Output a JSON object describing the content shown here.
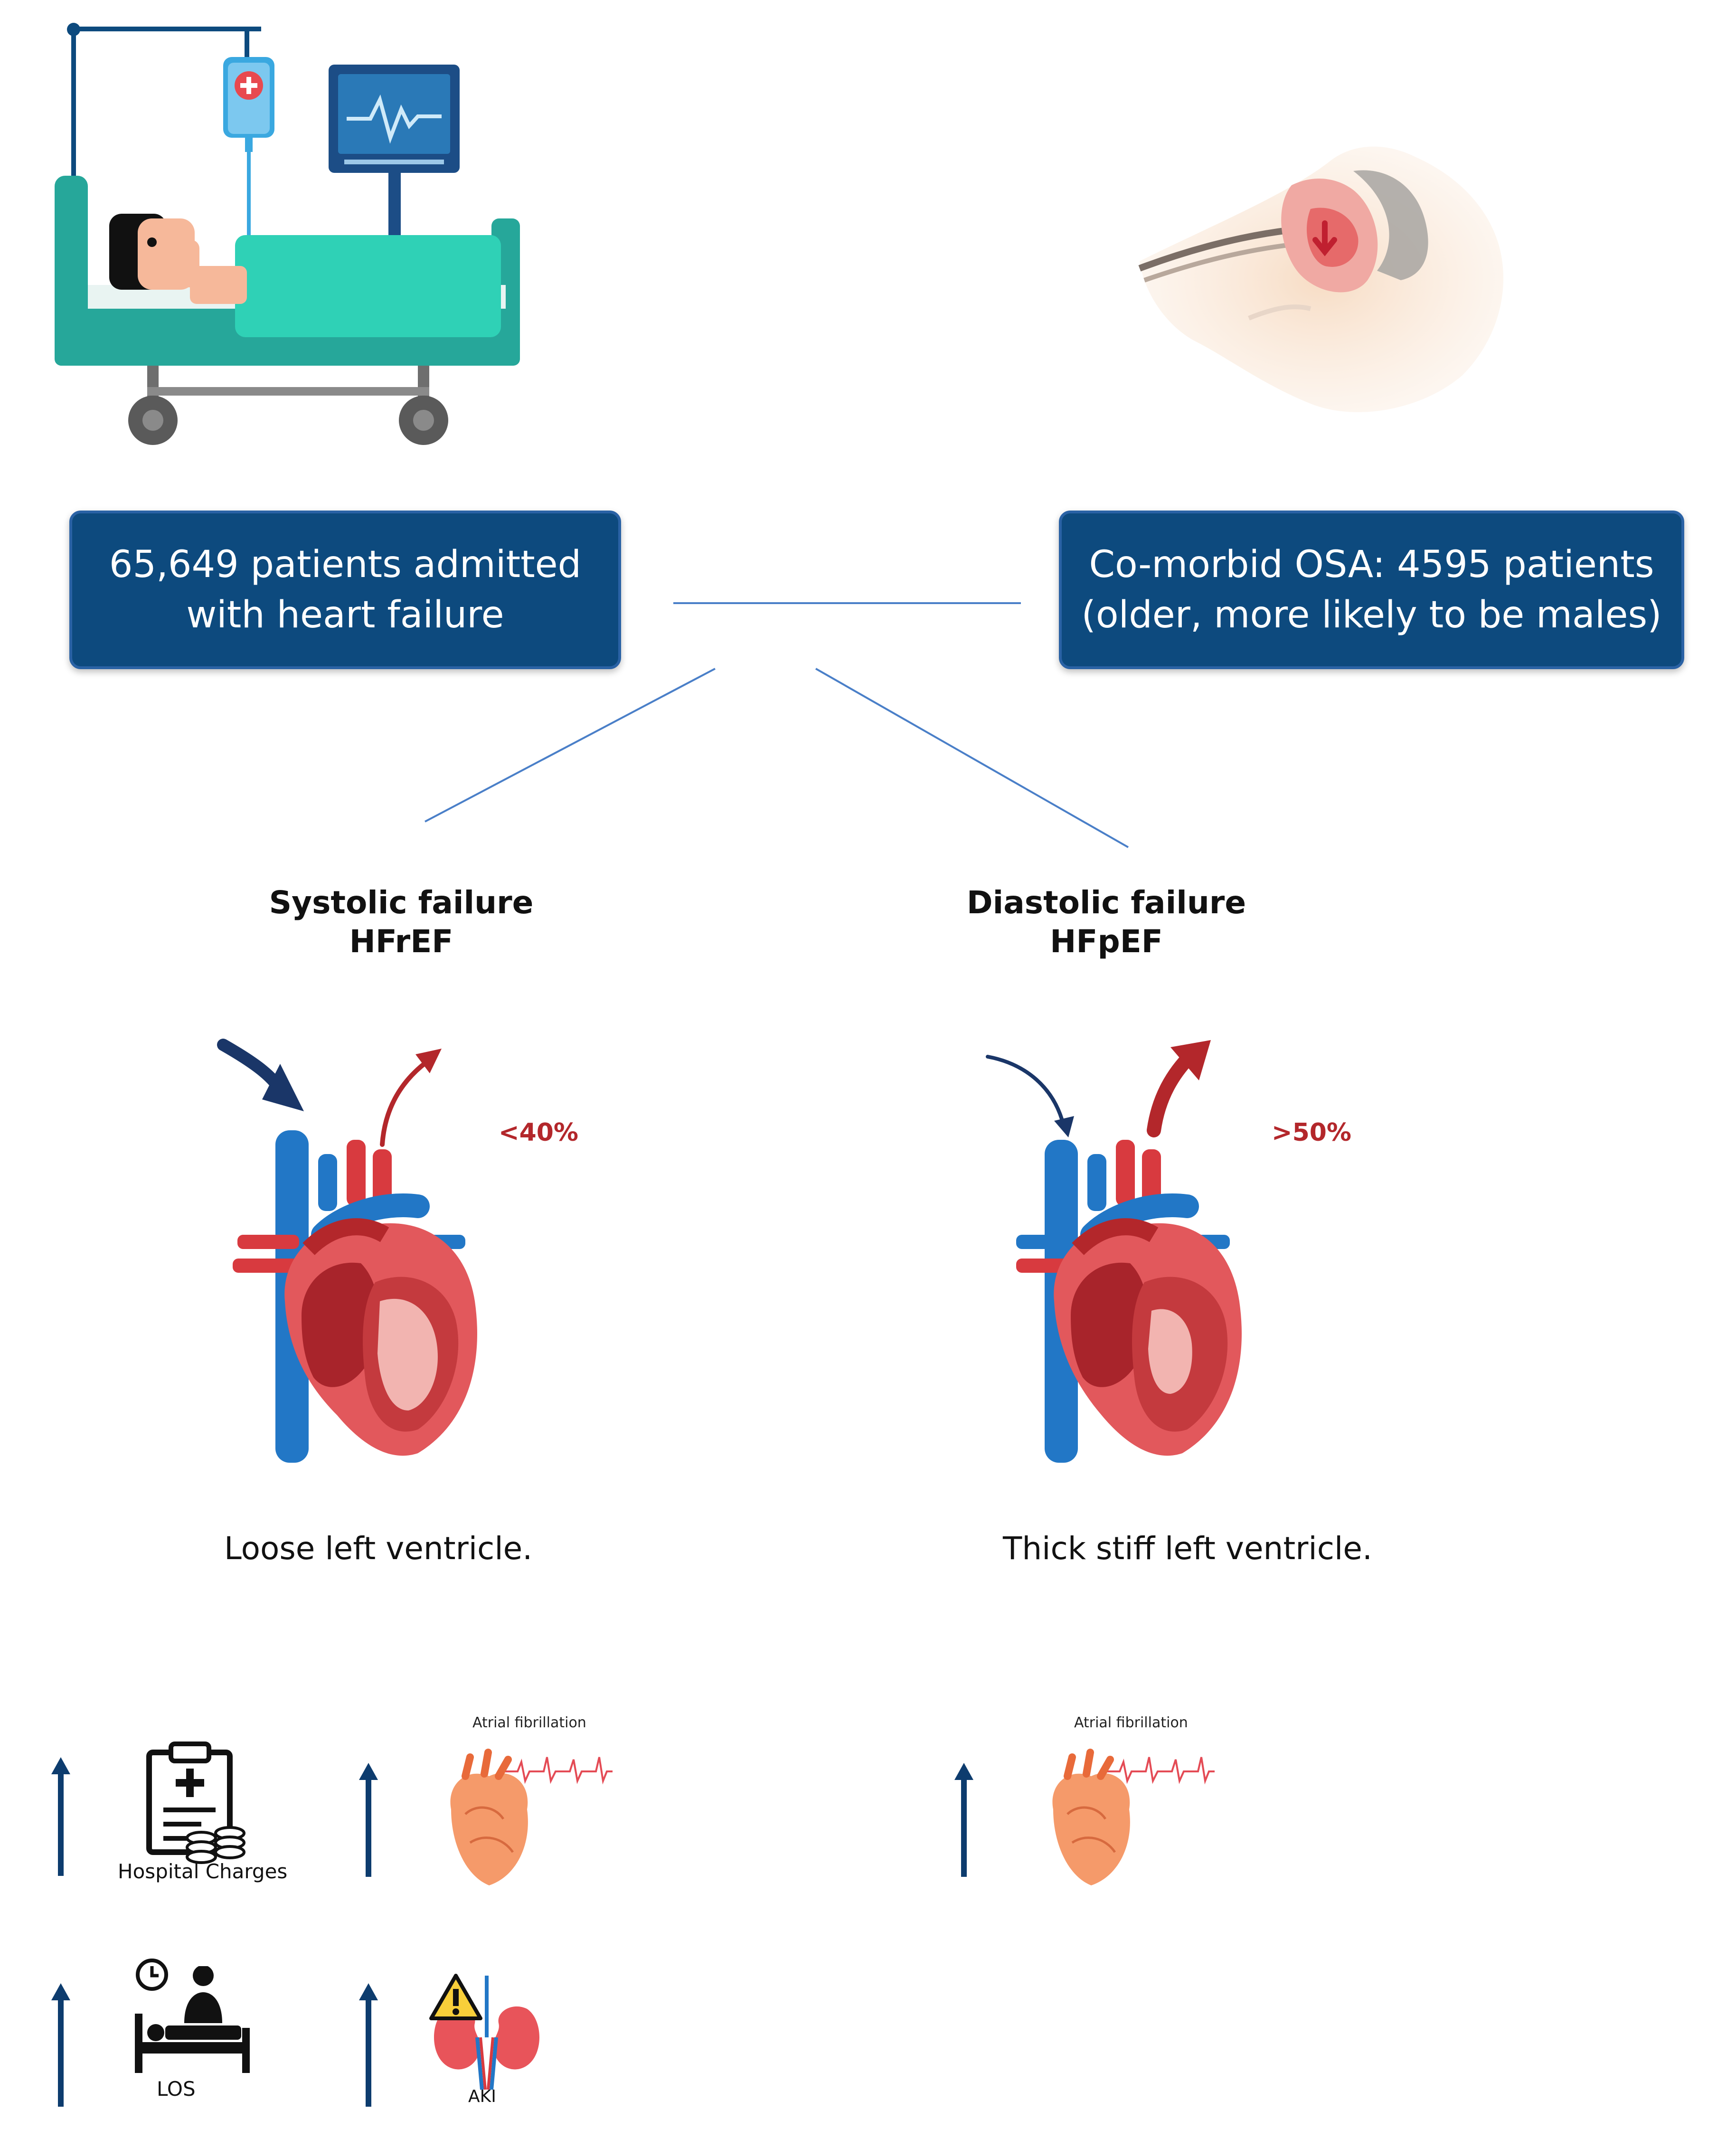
{
  "admitted_box": {
    "line1": "65,649 patients admitted",
    "line2": "with heart failure"
  },
  "osa_box": {
    "line1": "Co-morbid OSA: 4595 patients",
    "line2": "(older, more likely to be males)"
  },
  "systolic": {
    "title": "Systolic failure",
    "subtitle": "HFrEF",
    "ef": "<40%",
    "description": "Loose left ventricle."
  },
  "diastolic": {
    "title": "Diastolic failure",
    "subtitle": "HFpEF",
    "ef": ">50%",
    "description": "Thick stiff left ventricle."
  },
  "outcomes": {
    "hospital_charges": "Hospital Charges",
    "atrial_fibrillation": "Atrial fibrillation",
    "los": "LOS",
    "aki": "AKI"
  },
  "colors": {
    "box_fill": "#0d4a7e",
    "box_border": "#2a62a5",
    "arrow": "#0d3c6e",
    "ef_text": "#b3272b",
    "heart_red": "#d83a3f",
    "vessel_blue": "#2277c6",
    "bed_teal": "#2bb59e"
  },
  "icons": [
    "hospital-bed-icon",
    "iv-drip-icon",
    "ecg-monitor-icon",
    "sleep-apnea-head-icon",
    "heart-icon",
    "up-arrow-icon",
    "clipboard-icon",
    "coins-icon",
    "clock-icon",
    "kidney-icon",
    "warning-icon"
  ]
}
